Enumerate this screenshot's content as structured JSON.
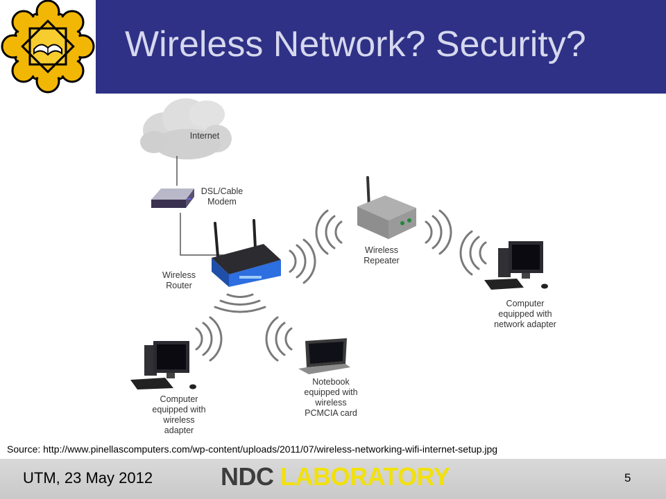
{
  "slide": {
    "title": "Wireless Network? Security?",
    "source": "Source: http://www.pinellascomputers.com/wp-content/uploads/2011/07/wireless-networking-wifi-internet-setup.jpg"
  },
  "diagram": {
    "internet": "Internet",
    "modem": "DSL/Cable\nModem",
    "router": "Wireless\nRouter",
    "repeater": "Wireless\nRepeater",
    "computer_network": "Computer\nequipped with\nnetwork adapter",
    "computer_wireless": "Computer\nequipped with\nwireless\nadapter",
    "notebook": "Notebook\nequipped with\nwireless\nPCMCIA card"
  },
  "footer": {
    "date": "UTM, 23 May 2012",
    "brand_part1": "NDC",
    "brand_part2": "LABORATORY",
    "page_number": "5"
  },
  "colors": {
    "title_bar": "#2e3185",
    "title_text": "#d6d8ee",
    "logo_gold": "#f2b705",
    "brand_yellow": "#f2e10a",
    "router_blue": "#2d6ee0"
  }
}
